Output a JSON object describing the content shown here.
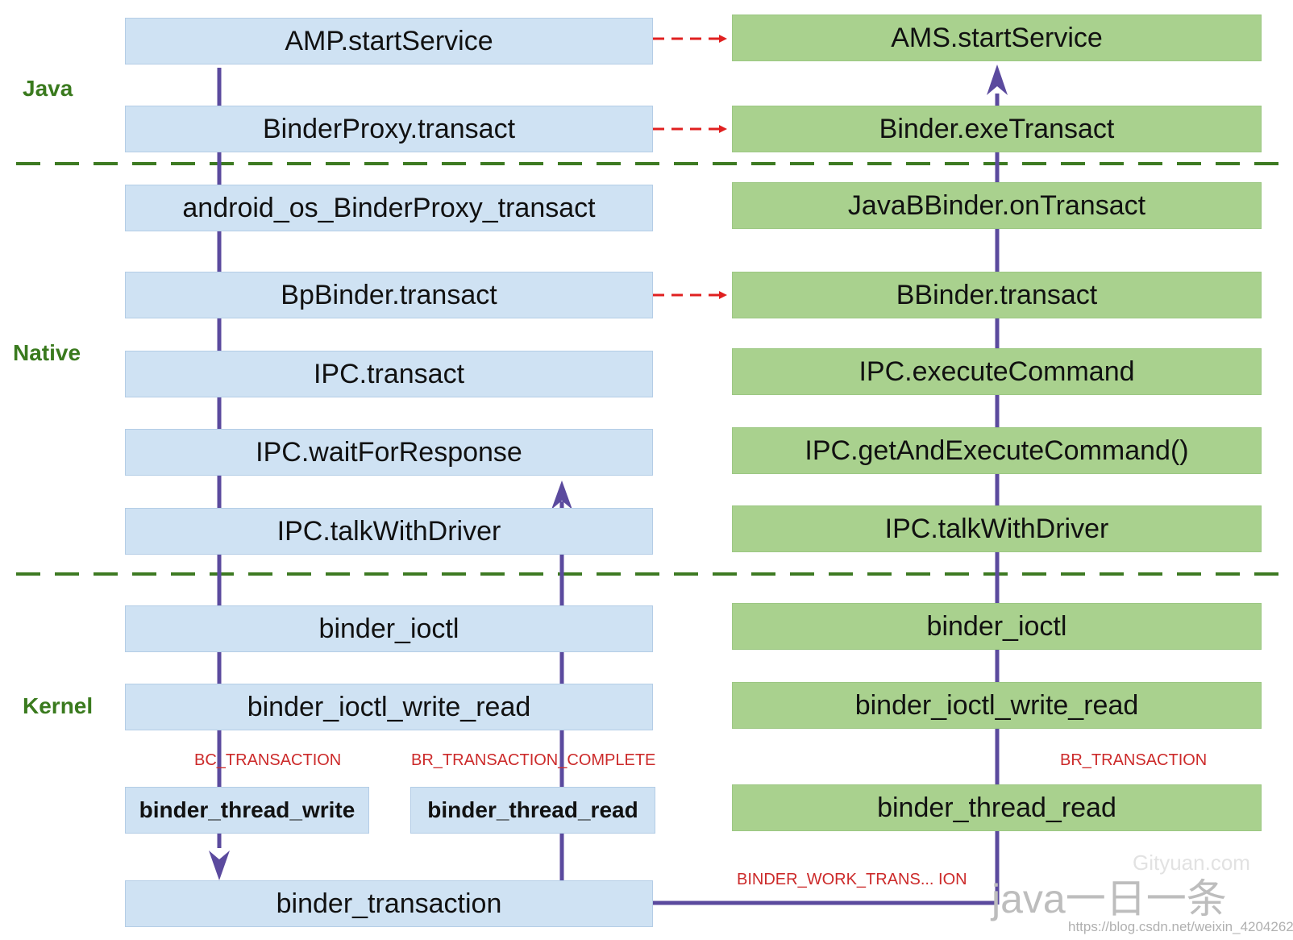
{
  "layers": {
    "java": "Java",
    "native": "Native",
    "kernel": "Kernel"
  },
  "client": {
    "amp_start_service": "AMP.startService",
    "binder_proxy_transact": "BinderProxy.transact",
    "android_os_binder_proxy_transact": "android_os_BinderProxy_transact",
    "bp_binder_transact": "BpBinder.transact",
    "ipc_transact": "IPC.transact",
    "ipc_wait_for_response": "IPC.waitForResponse",
    "ipc_talk_with_driver": "IPC.talkWithDriver",
    "binder_ioctl": "binder_ioctl",
    "binder_ioctl_write_read": "binder_ioctl_write_read",
    "binder_thread_write": "binder_thread_write",
    "binder_thread_read": "binder_thread_read",
    "binder_transaction": "binder_transaction"
  },
  "server": {
    "ams_start_service": "AMS.startService",
    "binder_exe_transact": "Binder.exeTransact",
    "java_bbinder_on_transact": "JavaBBinder.onTransact",
    "bbinder_transact": "BBinder.transact",
    "ipc_execute_command": "IPC.executeCommand",
    "ipc_get_and_execute_command": "IPC.getAndExecuteCommand()",
    "ipc_talk_with_driver": "IPC.talkWithDriver",
    "binder_ioctl": "binder_ioctl",
    "binder_ioctl_write_read": "binder_ioctl_write_read",
    "binder_thread_read": "binder_thread_read"
  },
  "tags": {
    "bc_transaction": "BC_TRANSACTION",
    "br_transaction_complete": "BR_TRANSACTION_COMPLETE",
    "br_transaction": "BR_TRANSACTION",
    "binder_work_transaction": "BINDER_WORK_TRANS... ION"
  },
  "watermark": {
    "brand": "java一日一条",
    "site": "Gityuan.com",
    "url": "https://blog.csdn.net/weixin_42042620"
  },
  "colors": {
    "client_box": "#cfe2f3",
    "server_box": "#a9d18e",
    "flow_line": "#5b4a9e",
    "call_arrow": "#e02020",
    "divider": "#3d7a22",
    "layer_label": "#3a7a1e",
    "tag_text": "#cc2a2a"
  }
}
